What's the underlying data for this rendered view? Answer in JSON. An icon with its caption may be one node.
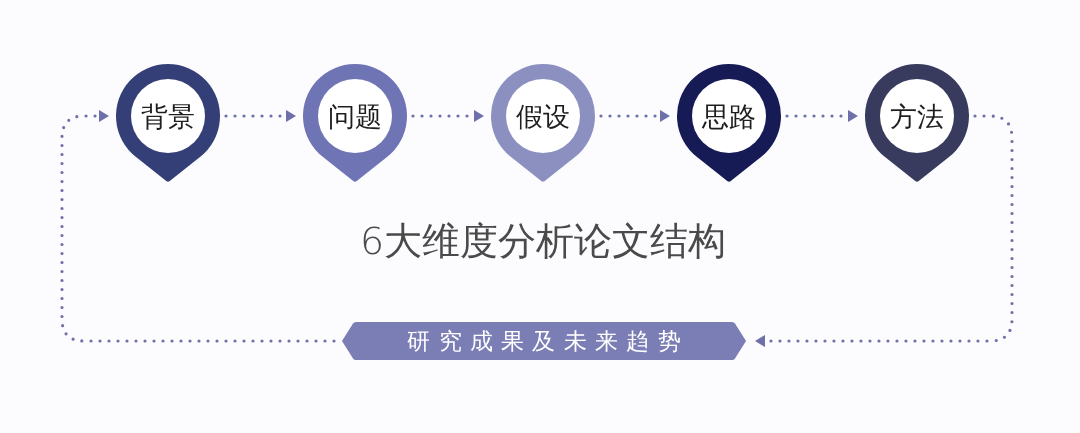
{
  "diagram": {
    "title": "6大维度分析论文结构",
    "nodes": [
      {
        "text": [
          "背景"
        ]
      },
      {
        "text": [
          "问题"
        ]
      },
      {
        "text": [
          "假设"
        ]
      },
      {
        "text": [
          "思路"
        ]
      },
      {
        "text": [
          "方法"
        ]
      },
      {
        "text": [
          "研究成果及未来趋势"
        ]
      }
    ],
    "edges": [
      {
        "from": 0,
        "to": 1,
        "arrow": "to"
      },
      {
        "from": 1,
        "to": 2,
        "arrow": "to"
      },
      {
        "from": 2,
        "to": 3,
        "arrow": "to"
      },
      {
        "from": 3,
        "to": 4,
        "arrow": "to"
      },
      {
        "from": 4,
        "to": 5,
        "arrow": "to"
      },
      {
        "from": 5,
        "to": 0,
        "arrow": "to"
      }
    ]
  }
}
